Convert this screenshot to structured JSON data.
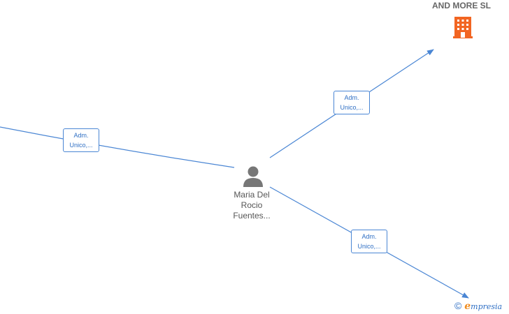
{
  "colors": {
    "edge": "#4a86d4",
    "person": "#777777",
    "company": "#f26522"
  },
  "company": {
    "name": "AND MORE  SL",
    "icon": "building-icon"
  },
  "person": {
    "icon": "person-icon",
    "name_lines": [
      "Maria Del",
      "Rocio",
      "Fuentes..."
    ]
  },
  "edges": [
    {
      "id": "left",
      "label_lines": [
        "Adm.",
        "Unico,..."
      ]
    },
    {
      "id": "top-right",
      "label_lines": [
        "Adm.",
        "Unico,..."
      ]
    },
    {
      "id": "bottom-right",
      "label_lines": [
        "Adm.",
        "Unico,..."
      ]
    }
  ],
  "copyright": {
    "symbol": "©",
    "brand_initial": "e",
    "brand_rest": "mpresia"
  }
}
